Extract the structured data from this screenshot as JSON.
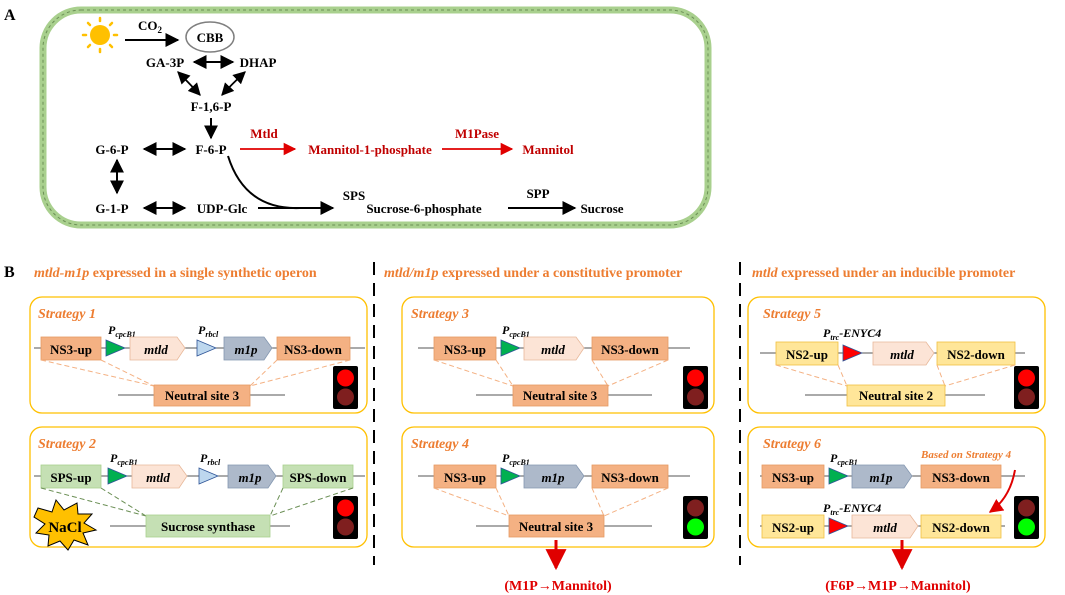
{
  "panel_a": {
    "label": "A",
    "co2": "CO",
    "co2_sub": "2",
    "cbb": "CBB",
    "ga3p": "GA-3P",
    "dhap": "DHAP",
    "f16p": "F-1,6-P",
    "g6p": "G-6-P",
    "f6p": "F-6-P",
    "g1p": "G-1-P",
    "udpglc": "UDP-Glc",
    "mtld_enzyme": "Mtld",
    "mannitol1p": "Mannitol-1-phosphate",
    "m1pase": "M1Pase",
    "mannitol": "Mannitol",
    "sps": "SPS",
    "sucrose6p": "Sucrose-6-phosphate",
    "spp": "SPP",
    "sucrose": "Sucrose",
    "colors": {
      "red": "#c00000",
      "membrane": "#a9d08e",
      "sun": "#ffc000"
    }
  },
  "panel_b": {
    "label": "B",
    "headers": [
      {
        "em": "mtld-m1p",
        "rest": " expressed in a single synthetic operon"
      },
      {
        "em": "mtld/m1p",
        "rest": " expressed under a constitutive promoter"
      },
      {
        "em": "mtld",
        "rest": " expressed under an inducible promoter"
      }
    ],
    "s1": {
      "title": "Strategy 1",
      "up": "NS3-up",
      "p1": "P",
      "p1sub": "cpcB1",
      "g1": "mtld",
      "p2": "P",
      "p2sub": "rbcl",
      "g2": "m1p",
      "down": "NS3-down",
      "site": "Neutral site 3"
    },
    "s2": {
      "title": "Strategy 2",
      "up": "SPS-up",
      "p1": "P",
      "p1sub": "cpcB1",
      "g1": "mtld",
      "p2": "P",
      "p2sub": "rbcl",
      "g2": "m1p",
      "down": "SPS-down",
      "site": "Sucrose synthase",
      "nacl": "NaCl"
    },
    "s3": {
      "title": "Strategy 3",
      "up": "NS3-up",
      "p1": "P",
      "p1sub": "cpcB1",
      "g1": "mtld",
      "down": "NS3-down",
      "site": "Neutral site 3"
    },
    "s4": {
      "title": "Strategy 4",
      "up": "NS3-up",
      "p1": "P",
      "p1sub": "cpcB1",
      "g1": "m1p",
      "down": "NS3-down",
      "site": "Neutral site 3",
      "result": "(M1P→Mannitol)"
    },
    "s5": {
      "title": "Strategy 5",
      "p1": "P",
      "p1sub": "trc",
      "p1tail": "-ENYC4",
      "up": "NS2-up",
      "g1": "mtld",
      "down": "NS2-down",
      "site": "Neutral site 2"
    },
    "s6": {
      "title": "Strategy 6",
      "up1": "NS3-up",
      "p1": "P",
      "p1sub": "cpcB1",
      "g1": "m1p",
      "down1": "NS3-down",
      "note": "Based on Strategy 4",
      "p2": "P",
      "p2sub": "trc",
      "p2tail": "-ENYC4",
      "up2": "NS2-up",
      "g2": "mtld",
      "down2": "NS2-down",
      "result": "(F6P→M1P→Mannitol)"
    },
    "colors": {
      "orange": "#f4b183",
      "yellow": "#ffe699",
      "green": "#c5e0b4",
      "gene_light": "#fce4d6",
      "gene_gray": "#adb9ca",
      "strategy_text": "#ed7d31",
      "panel_border": "#ffc000"
    }
  }
}
